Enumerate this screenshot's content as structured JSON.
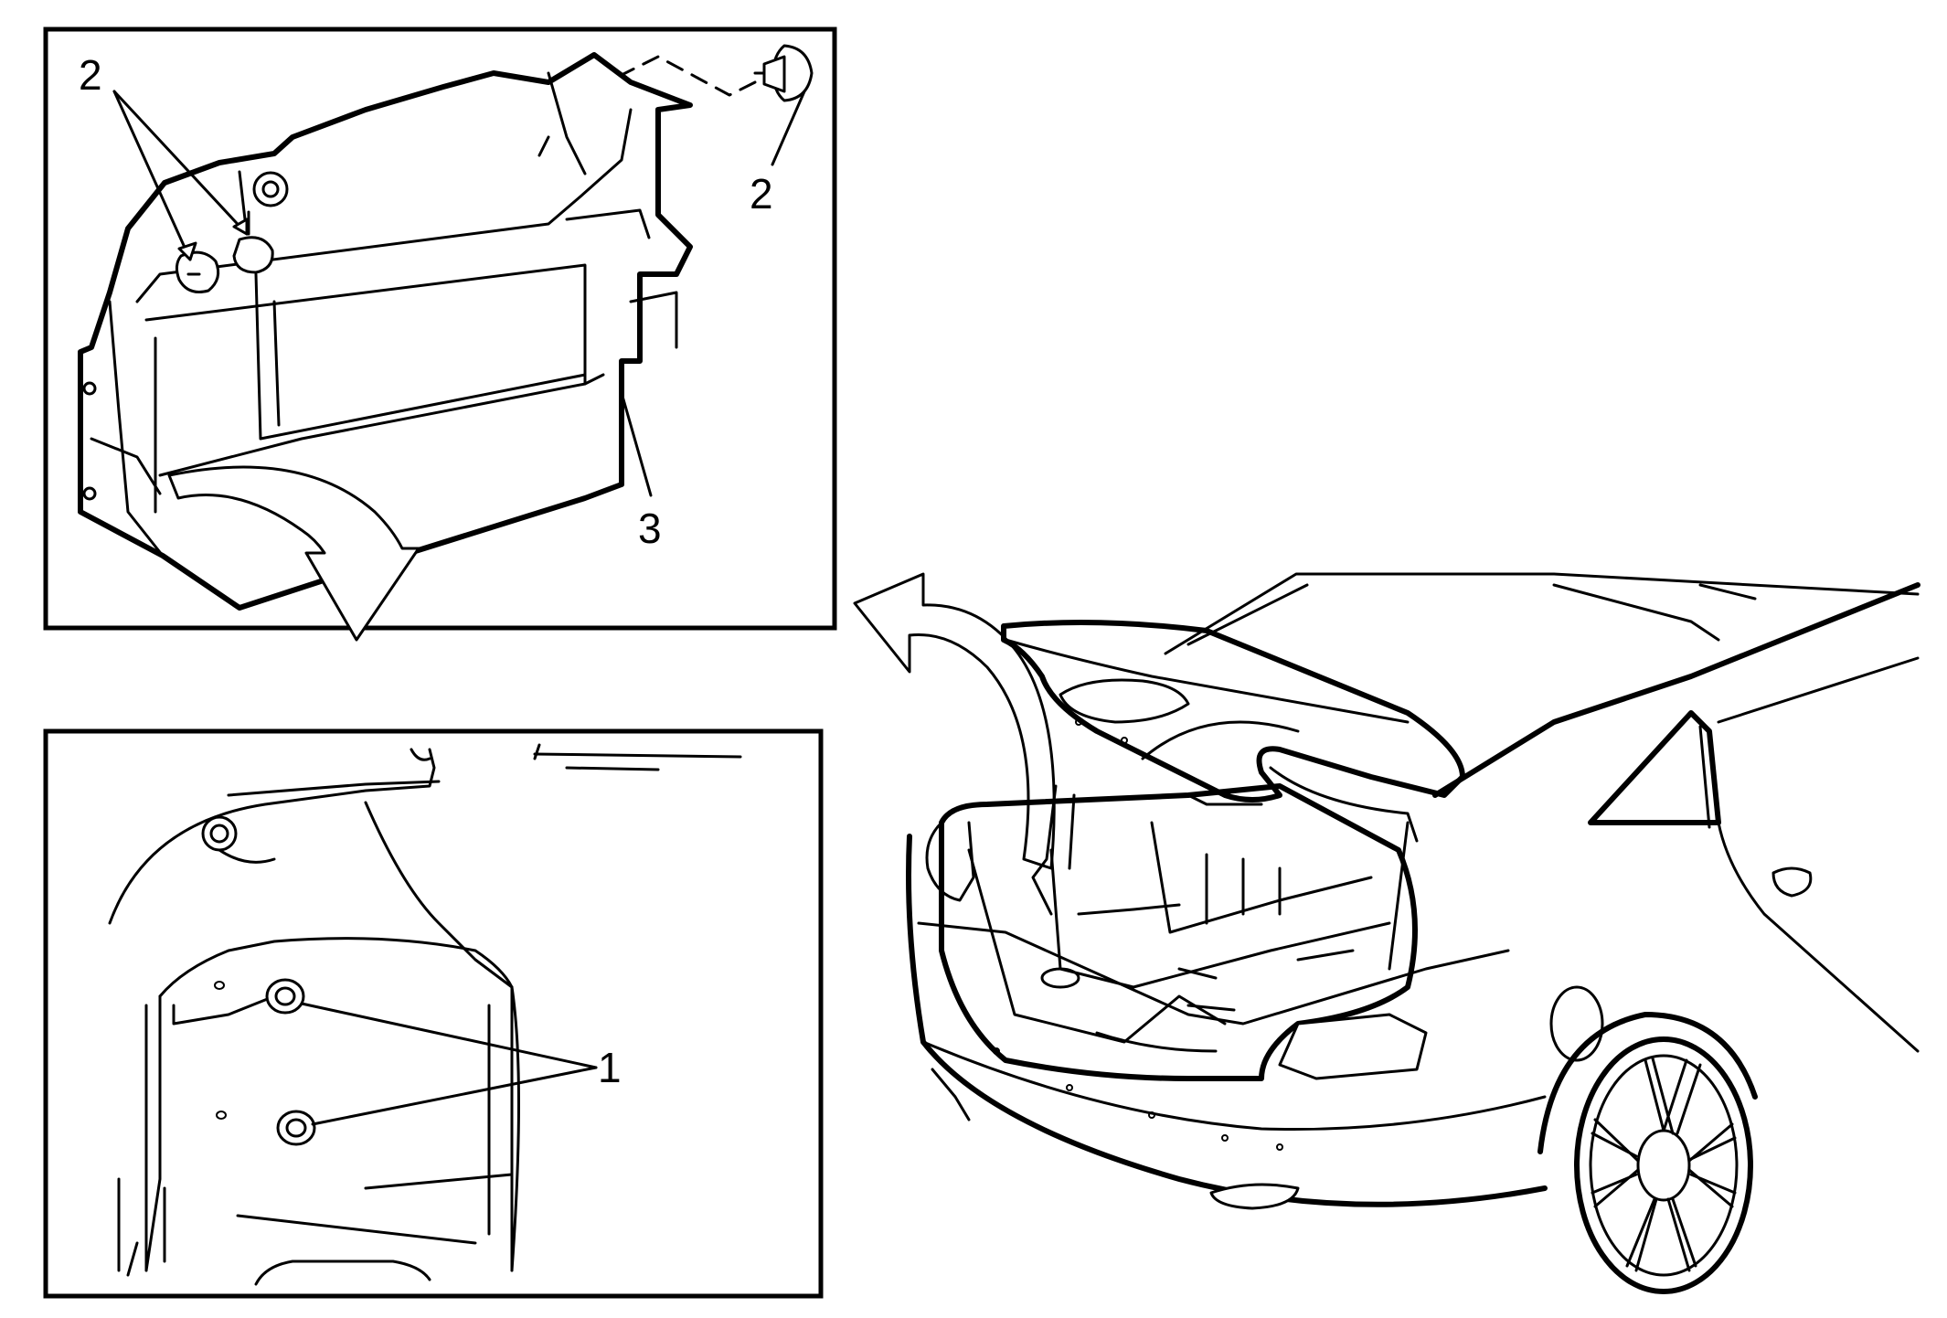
{
  "callouts": {
    "top_left_fastener": "2",
    "top_right_fastener": "2",
    "trim_panel": "3",
    "retainers": "1"
  }
}
